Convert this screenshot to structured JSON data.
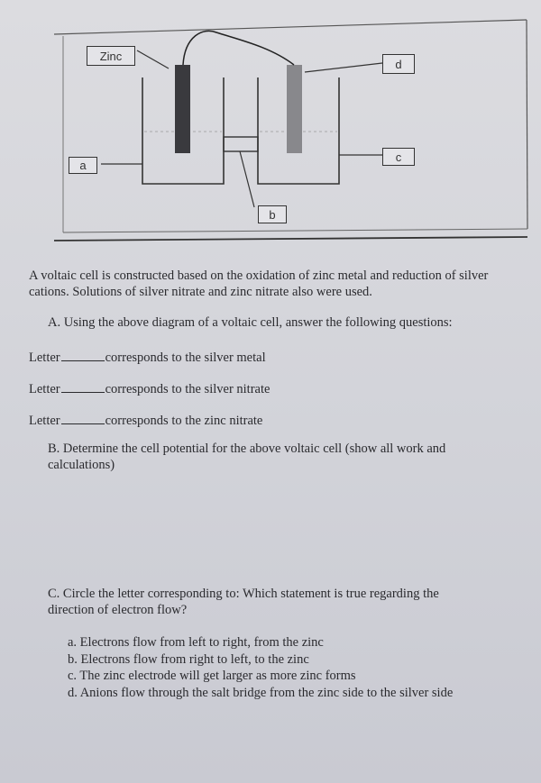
{
  "diagram": {
    "labels": {
      "zinc": "Zinc",
      "a": "a",
      "b": "b",
      "c": "c",
      "d": "d"
    }
  },
  "intro": "A voltaic cell is constructed based on the oxidation of zinc metal and reduction of silver cations. Solutions of silver nitrate and zinc nitrate also were used.",
  "partA": {
    "heading": "A.  Using the above diagram of a voltaic cell, answer the following questions:",
    "rows": [
      {
        "prefix": "Letter",
        "suffix": "corresponds to the silver metal"
      },
      {
        "prefix": "Letter",
        "suffix": "corresponds to the silver nitrate"
      },
      {
        "prefix": "Letter",
        "suffix": "corresponds to the zinc nitrate"
      }
    ]
  },
  "partB": {
    "text": "B.  Determine the cell potential for the above voltaic cell (show all work and calculations)"
  },
  "partC": {
    "text": "C.  Circle the letter corresponding to: Which statement is true regarding the direction of electron flow?",
    "options": [
      "a.  Electrons flow from left to right, from the zinc",
      "b.  Electrons flow from right to left, to the zinc",
      "c.  The zinc electrode will get larger as more zinc forms",
      "d.  Anions flow through the salt bridge from the zinc side to the silver side"
    ]
  }
}
